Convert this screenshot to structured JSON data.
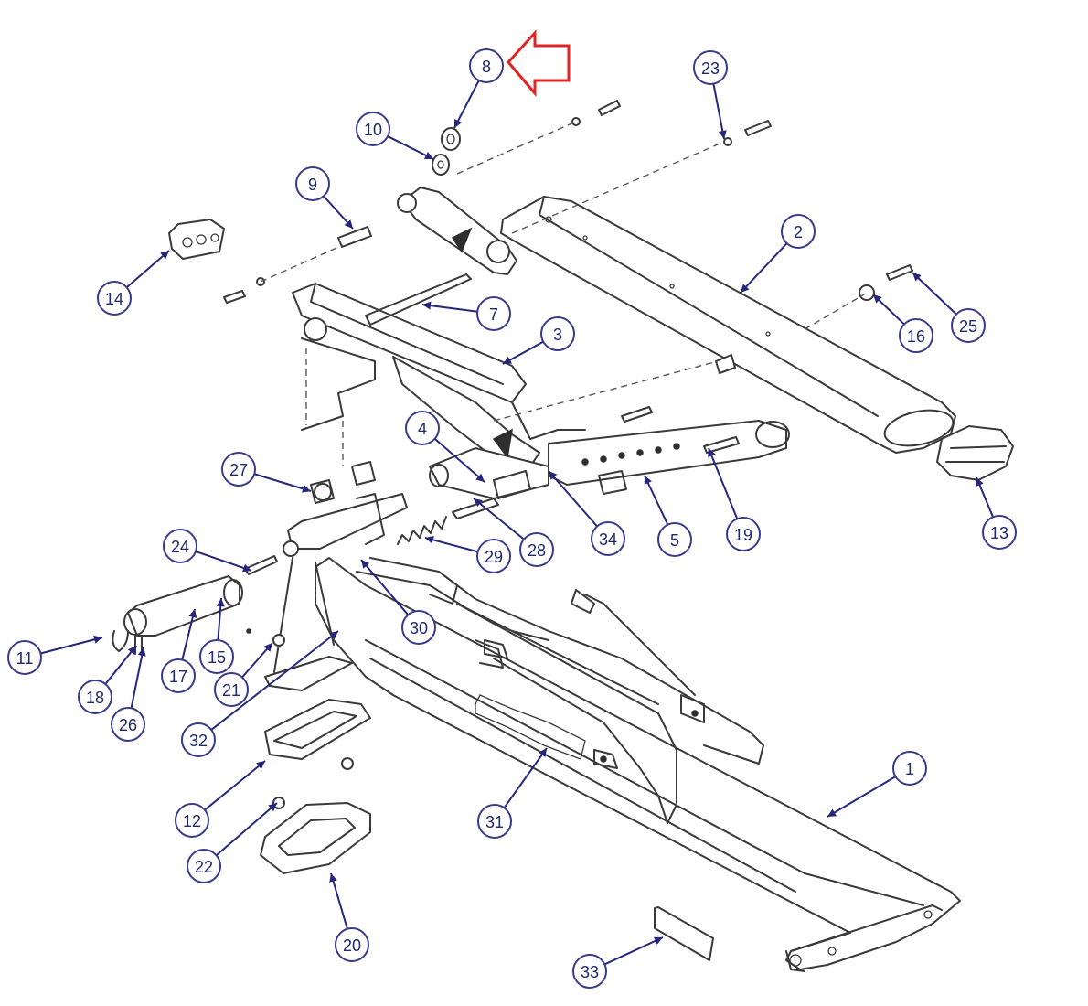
{
  "callouts": [
    {
      "id": "1",
      "label": "1"
    },
    {
      "id": "2",
      "label": "2"
    },
    {
      "id": "3",
      "label": "3"
    },
    {
      "id": "4",
      "label": "4"
    },
    {
      "id": "5",
      "label": "5"
    },
    {
      "id": "7",
      "label": "7"
    },
    {
      "id": "8",
      "label": "8"
    },
    {
      "id": "9",
      "label": "9"
    },
    {
      "id": "10",
      "label": "10"
    },
    {
      "id": "11",
      "label": "11"
    },
    {
      "id": "12",
      "label": "12"
    },
    {
      "id": "13",
      "label": "13"
    },
    {
      "id": "14",
      "label": "14"
    },
    {
      "id": "15",
      "label": "15"
    },
    {
      "id": "16",
      "label": "16"
    },
    {
      "id": "17",
      "label": "17"
    },
    {
      "id": "18",
      "label": "18"
    },
    {
      "id": "19",
      "label": "19"
    },
    {
      "id": "20",
      "label": "20"
    },
    {
      "id": "21",
      "label": "21"
    },
    {
      "id": "22",
      "label": "22"
    },
    {
      "id": "23",
      "label": "23"
    },
    {
      "id": "24",
      "label": "24"
    },
    {
      "id": "25",
      "label": "25"
    },
    {
      "id": "26",
      "label": "26"
    },
    {
      "id": "27",
      "label": "27"
    },
    {
      "id": "28",
      "label": "28"
    },
    {
      "id": "29",
      "label": "29"
    },
    {
      "id": "30",
      "label": "30"
    },
    {
      "id": "31",
      "label": "31"
    },
    {
      "id": "32",
      "label": "32"
    },
    {
      "id": "33",
      "label": "33"
    },
    {
      "id": "34",
      "label": "34"
    }
  ],
  "highlight": {
    "target": "8",
    "color": "#e02424"
  },
  "colors": {
    "callout": "#1e2a6e",
    "line": "#3a3a3a",
    "leader": "#26267a"
  }
}
